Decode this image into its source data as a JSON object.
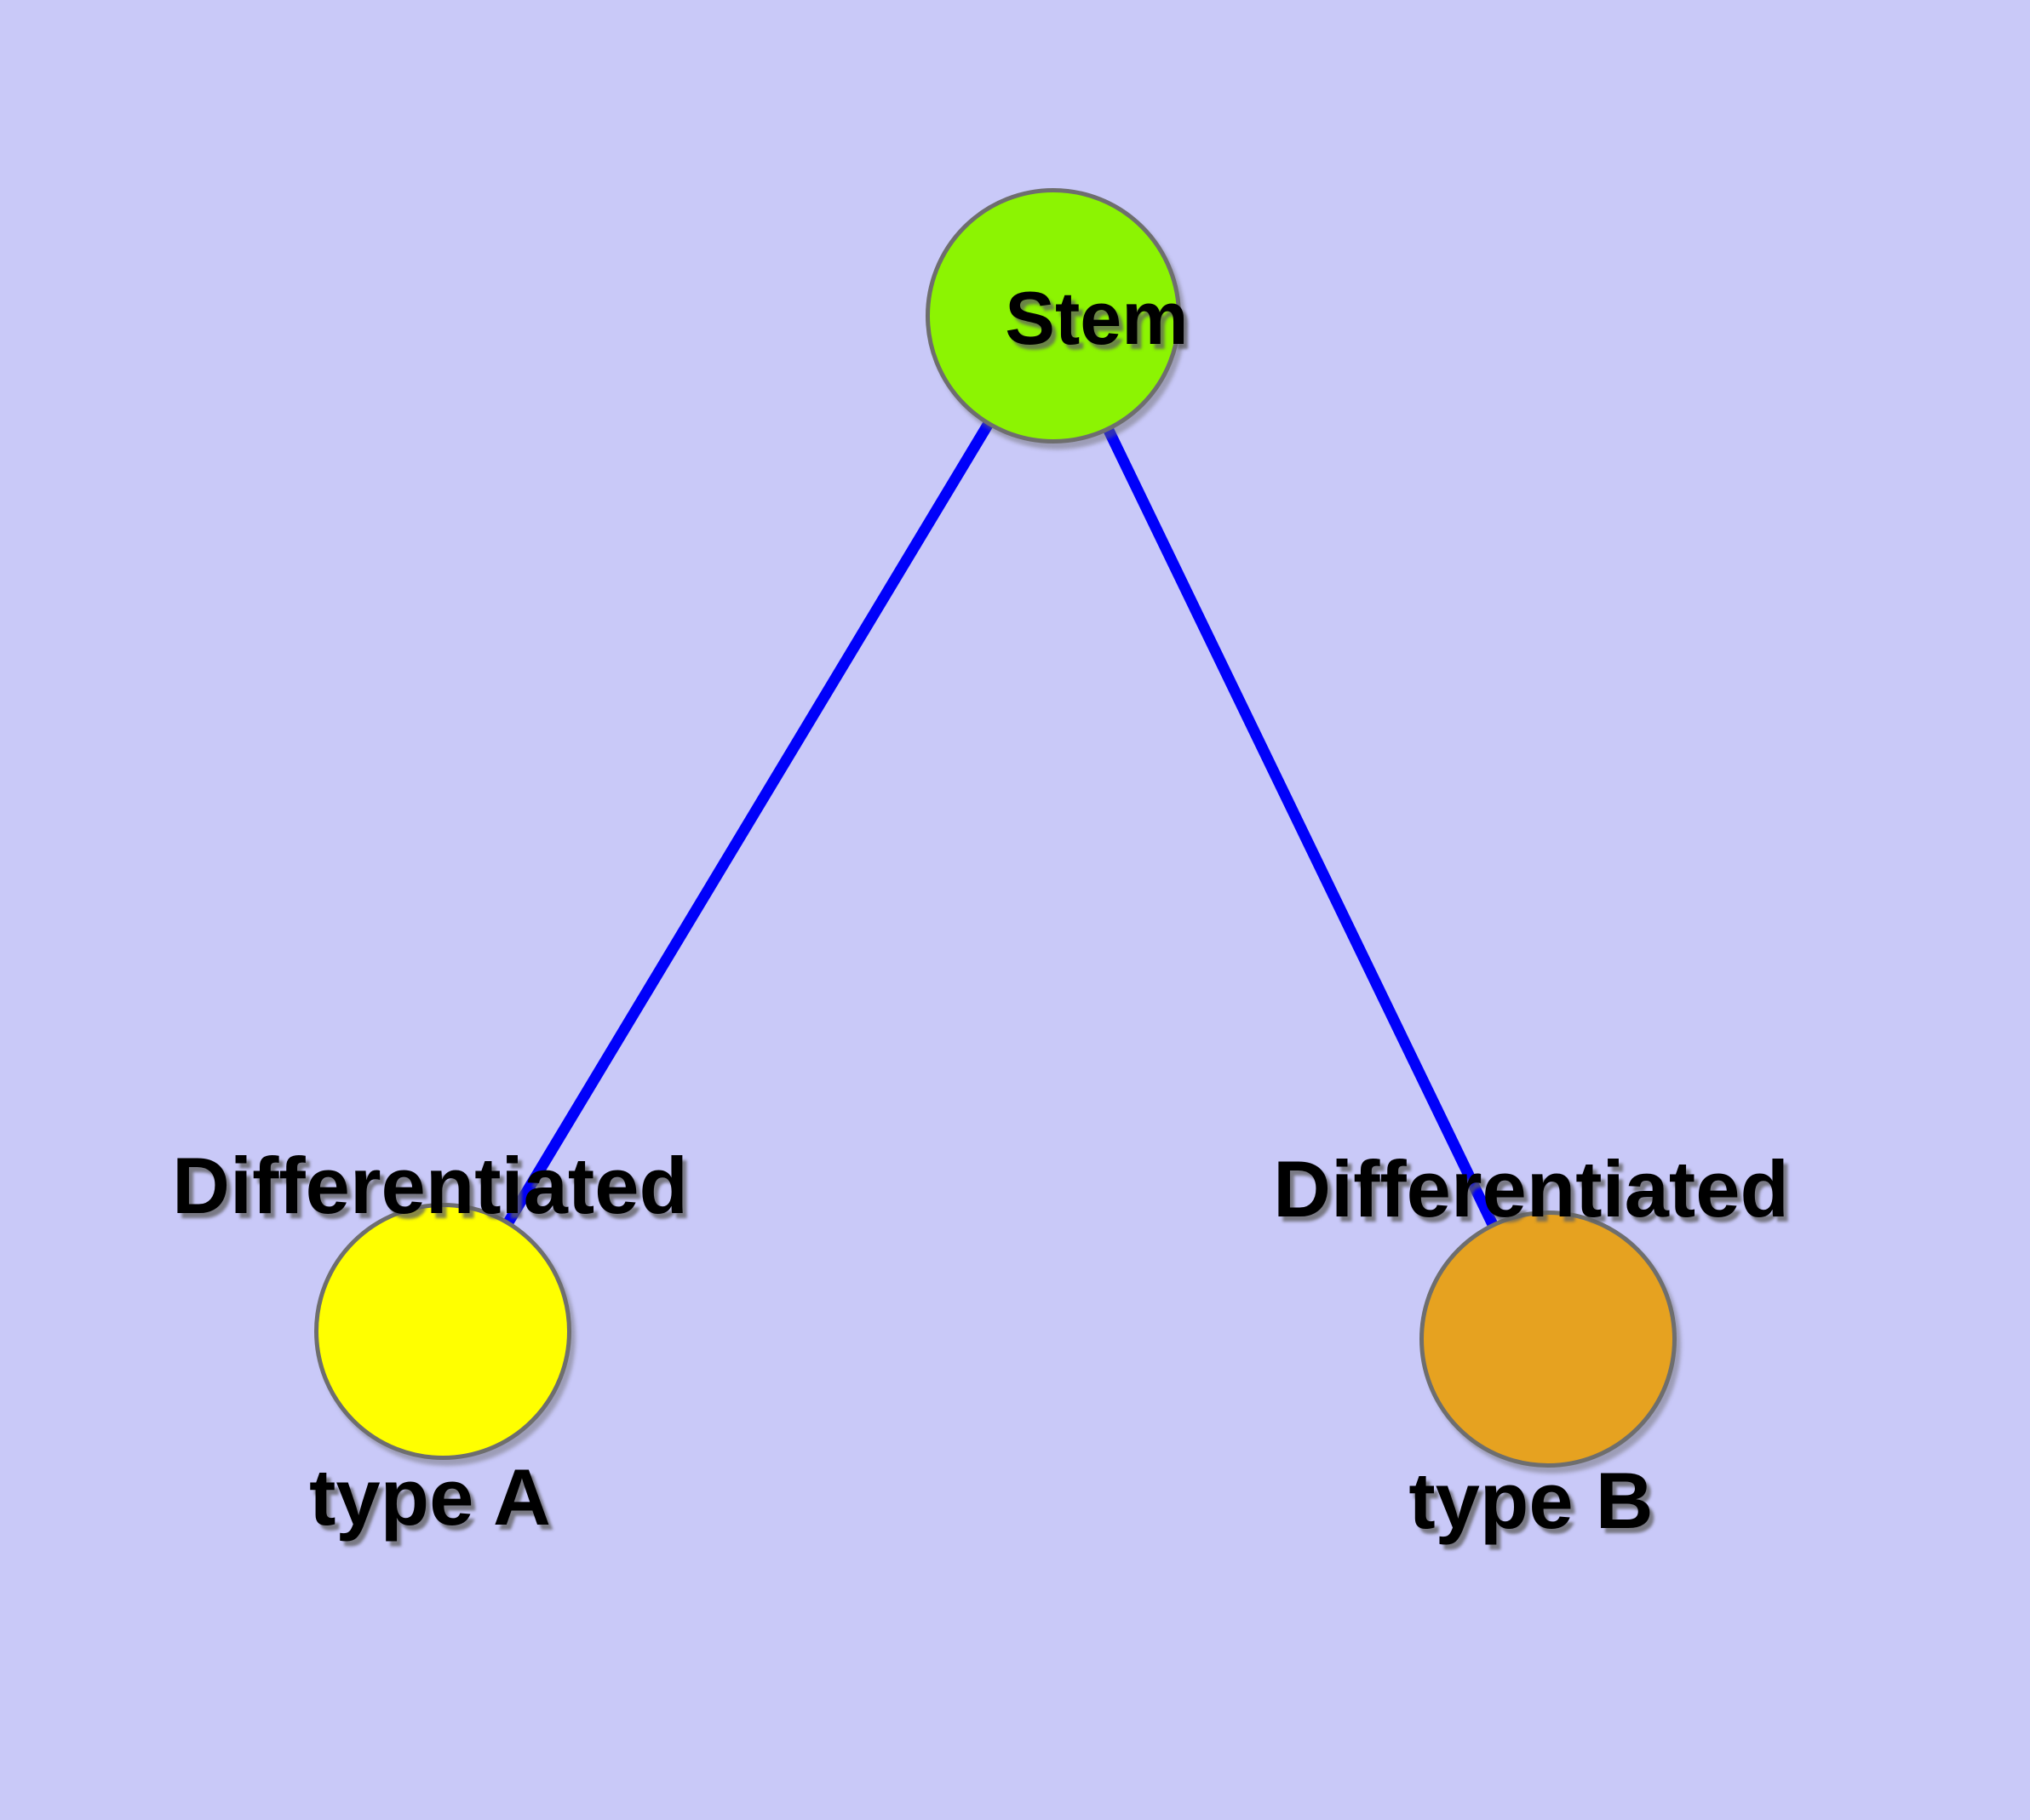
{
  "diagram": {
    "type": "node-link-graph",
    "background_color": "#c9c9f8",
    "edge_color": "#0000fa",
    "node_border_color": "#6e6e6e",
    "label_color": "#000000",
    "nodes": [
      {
        "id": "stem",
        "label": "Stem",
        "label_lines": [
          "Stem"
        ],
        "fill_color": "#8cf402"
      },
      {
        "id": "type-a",
        "label": "Differentiated type A",
        "label_lines": [
          "Differentiated",
          "type A"
        ],
        "fill_color": "#ffff00"
      },
      {
        "id": "type-b",
        "label": "Differentiated type B",
        "label_lines": [
          "Differentiated",
          "type B"
        ],
        "fill_color": "#e6a220"
      }
    ],
    "edges": [
      {
        "from": "Stem",
        "to": "Differentiated type A"
      },
      {
        "from": "Stem",
        "to": "Differentiated type B"
      }
    ]
  }
}
